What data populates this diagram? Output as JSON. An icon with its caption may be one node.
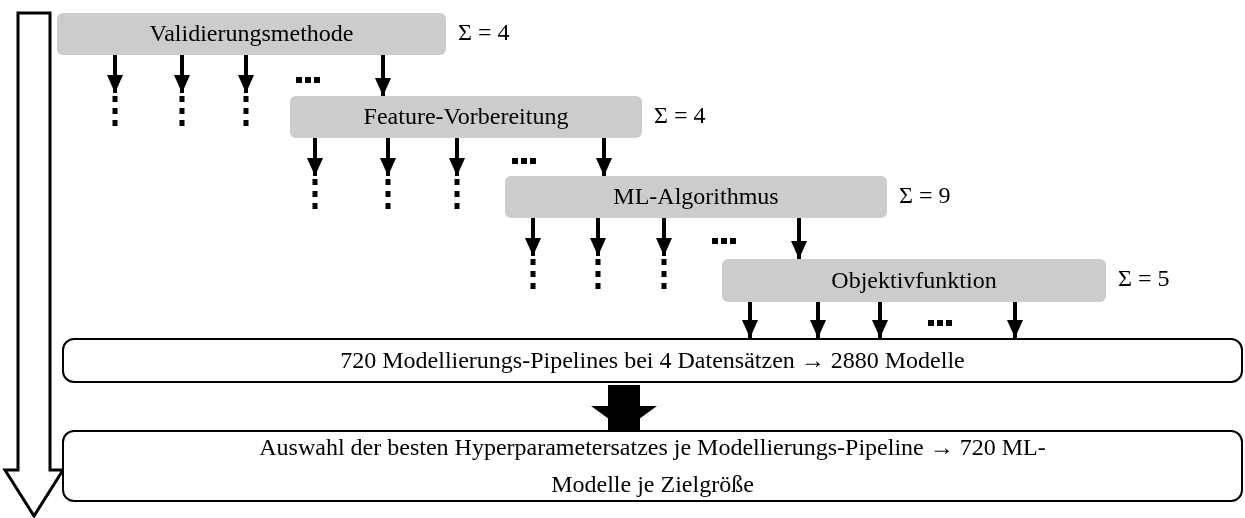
{
  "diagram": {
    "nodes": [
      {
        "text": [
          "Validierungsmethode"
        ],
        "beside": [
          "Σ = 4"
        ]
      },
      {
        "text": [
          "Feature-Vorbereitung"
        ],
        "beside": [
          "Σ = 4"
        ]
      },
      {
        "text": [
          "ML-Algorithmus"
        ],
        "beside": [
          "Σ = 9"
        ]
      },
      {
        "text": [
          "Objektivfunktion"
        ],
        "beside": [
          "Σ = 5"
        ]
      },
      {
        "text": [
          "720 Modellierungs-Pipelines bei 4 Datensätzen → 2880 Modelle"
        ]
      },
      {
        "text": [
          "Auswahl der besten Hyperparametersatzes je Modellierungs-Pipeline → 720 ML-Modelle je Zielgröße"
        ]
      }
    ],
    "edges": [
      {
        "from": 0,
        "to": null,
        "arrow": "to"
      },
      {
        "from": 0,
        "to": null,
        "arrow": "to"
      },
      {
        "from": 0,
        "to": null,
        "arrow": "to"
      },
      {
        "from": 0,
        "to": 1,
        "arrow": "to"
      },
      {
        "from": 1,
        "to": null,
        "arrow": "to"
      },
      {
        "from": 1,
        "to": null,
        "arrow": "to"
      },
      {
        "from": 1,
        "to": null,
        "arrow": "to"
      },
      {
        "from": 1,
        "to": 2,
        "arrow": "to"
      },
      {
        "from": 2,
        "to": null,
        "arrow": "to"
      },
      {
        "from": 2,
        "to": null,
        "arrow": "to"
      },
      {
        "from": 2,
        "to": null,
        "arrow": "to"
      },
      {
        "from": 2,
        "to": 3,
        "arrow": "to"
      },
      {
        "from": 3,
        "to": 4,
        "arrow": "to"
      },
      {
        "from": 3,
        "to": 4,
        "arrow": "to"
      },
      {
        "from": 3,
        "to": 4,
        "arrow": "to"
      },
      {
        "from": 3,
        "to": 4,
        "arrow": "to"
      },
      {
        "from": 4,
        "to": 5,
        "arrow": "to",
        "style": "thick"
      }
    ]
  }
}
